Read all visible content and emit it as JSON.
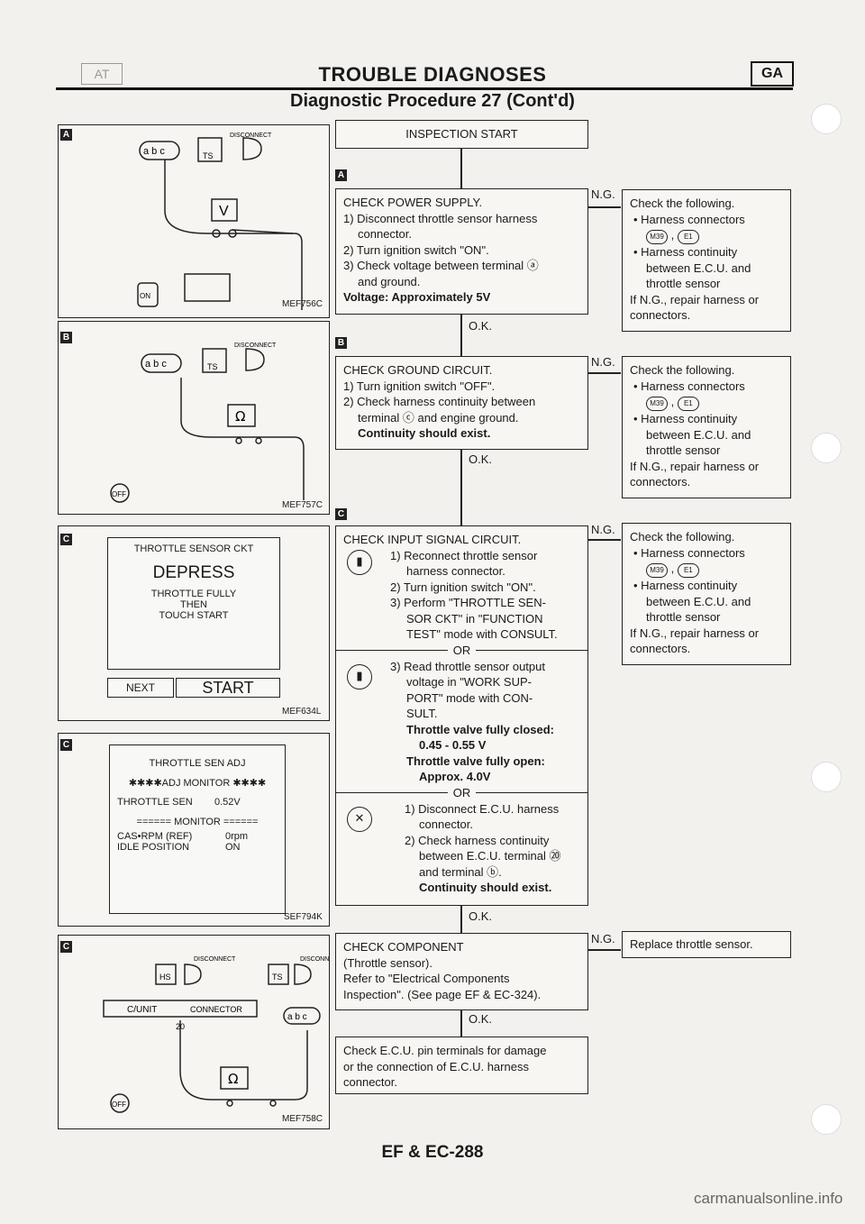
{
  "header": {
    "left_tag": "AT",
    "title": "TROUBLE DIAGNOSES",
    "right_tag": "GA",
    "subtitle": "Diagnostic Procedure 27 (Cont'd)"
  },
  "inspection_start": "INSPECTION START",
  "panels": {
    "a": {
      "marker": "A",
      "disconnect": "DISCONNECT",
      "connector_pins": "a b c",
      "ts": "TS",
      "meter": "V",
      "on": "ON",
      "code": "MEF756C"
    },
    "b": {
      "marker": "B",
      "disconnect": "DISCONNECT",
      "connector_pins": "a b c",
      "ts": "TS",
      "meter": "Ω",
      "off": "OFF",
      "code": "MEF757C"
    },
    "c1": {
      "marker": "C",
      "screen_title": "THROTTLE SENSOR CKT",
      "screen_main": "DEPRESS",
      "screen_line1": "THROTTLE FULLY",
      "screen_line2": "THEN",
      "screen_line3": "TOUCH START",
      "btn_next": "NEXT",
      "btn_start": "START",
      "code": "MEF634L"
    },
    "c2": {
      "marker": "C",
      "line_title": "THROTTLE SEN ADJ",
      "line_monitor": "✱✱✱✱ADJ MONITOR ✱✱✱✱",
      "row1_label": "THROTTLE SEN",
      "row1_value": "0.52V",
      "line_monitor2": "====== MONITOR ======",
      "row2_label": "CAS•RPM (REF)",
      "row2_value": "0rpm",
      "row3_label": "IDLE POSITION",
      "row3_value": "ON",
      "code": "SEF794K"
    },
    "c3": {
      "marker": "C",
      "disconnect": "DISCONNECT",
      "hs": "HS",
      "ts": "TS",
      "cunit": "C/UNIT",
      "connector": "CONNECTOR",
      "pin": "20",
      "connector_pins": "a b c",
      "meter": "Ω",
      "off": "OFF",
      "code": "MEF758C"
    }
  },
  "steps": {
    "a": {
      "marker": "A",
      "lines": [
        "CHECK POWER SUPPLY.",
        "1) Disconnect throttle sensor harness",
        "connector.",
        "2) Turn ignition switch \"ON\".",
        "3) Check voltage between terminal ⓐ",
        "and ground."
      ],
      "result": "Voltage: Approximately 5V",
      "ok": "O.K.",
      "ng": "N.G."
    },
    "b": {
      "marker": "B",
      "lines": [
        "CHECK GROUND CIRCUIT.",
        "1) Turn ignition switch \"OFF\".",
        "2) Check harness continuity between",
        "terminal ⓒ and engine ground."
      ],
      "result": "Continuity should exist.",
      "ok": "O.K.",
      "ng": "N.G."
    },
    "c": {
      "marker": "C",
      "lines1": [
        "CHECK INPUT SIGNAL CIRCUIT.",
        "1) Reconnect throttle sensor",
        "harness connector.",
        "2) Turn ignition switch \"ON\".",
        "3) Perform \"THROTTLE SEN-",
        "SOR CKT\" in \"FUNCTION",
        "TEST\" mode with CONSULT."
      ],
      "or": "OR",
      "lines2": [
        "3) Read throttle sensor output",
        "voltage in \"WORK SUP-",
        "PORT\" mode with CON-",
        "SULT."
      ],
      "closed_label": "Throttle valve fully closed:",
      "closed_value": "0.45 - 0.55 V",
      "open_label": "Throttle valve fully open:",
      "open_value": "Approx. 4.0V",
      "lines3": [
        "1) Disconnect E.C.U. harness",
        "connector.",
        "2) Check harness continuity",
        "between E.C.U. terminal ⑳",
        "and terminal ⓑ."
      ],
      "result": "Continuity should exist.",
      "ok": "O.K.",
      "ng": "N.G."
    },
    "d": {
      "lines": [
        "CHECK COMPONENT",
        "(Throttle sensor).",
        "Refer to \"Electrical Components",
        "Inspection\". (See page EF & EC-324)."
      ],
      "ok": "O.K.",
      "ng": "N.G."
    },
    "e": {
      "lines": [
        "Check E.C.U. pin terminals for damage",
        "or the connection of E.C.U. harness",
        "connector."
      ]
    }
  },
  "right_boxes": {
    "a": {
      "lines": [
        "Check the following.",
        "• Harness connectors"
      ],
      "connectors": [
        "M39",
        "E1"
      ],
      "lines2": [
        "• Harness continuity",
        "between E.C.U. and",
        "throttle sensor",
        "If N.G., repair harness or",
        "connectors."
      ]
    },
    "b": {
      "lines": [
        "Check the following.",
        "• Harness connectors"
      ],
      "connectors": [
        "M39",
        "E1"
      ],
      "lines2": [
        "• Harness continuity",
        "between E.C.U. and",
        "throttle sensor",
        "If N.G., repair harness or",
        "connectors."
      ]
    },
    "c": {
      "lines": [
        "Check the following.",
        "• Harness connectors"
      ],
      "connectors": [
        "M39",
        "E1"
      ],
      "lines2": [
        "• Harness continuity",
        "between E.C.U. and",
        "throttle sensor",
        "If N.G., repair harness or",
        "connectors."
      ]
    },
    "d": {
      "text": "Replace throttle sensor."
    }
  },
  "footer": "EF & EC-288",
  "watermark": "carmanualsonline.info"
}
